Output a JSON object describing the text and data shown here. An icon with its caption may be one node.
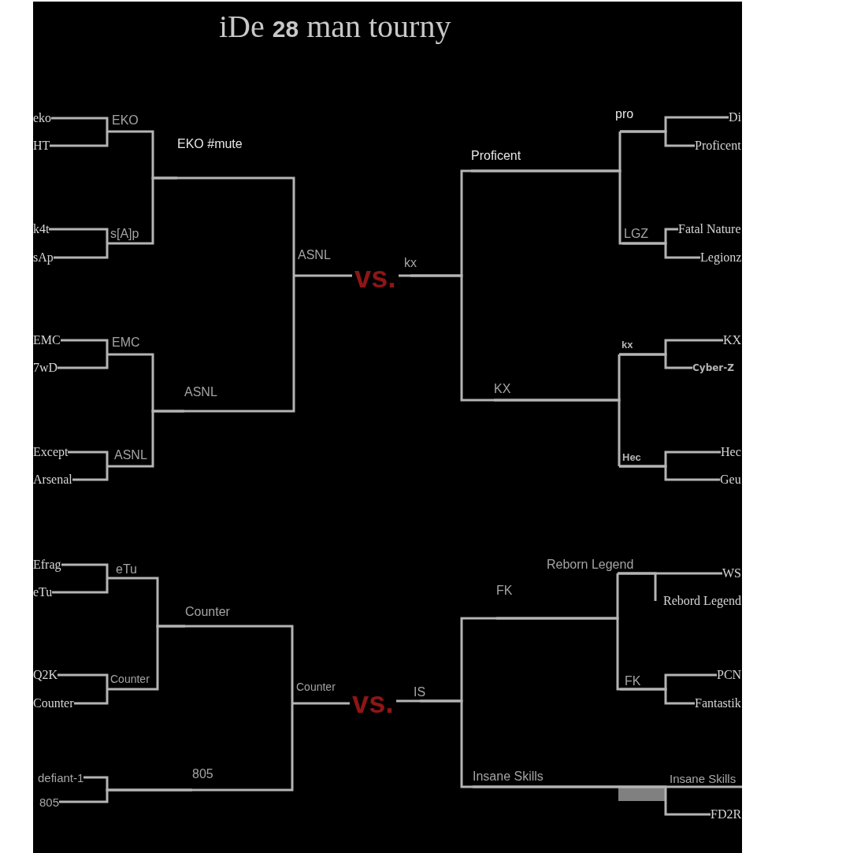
{
  "diagram": {
    "title": "iDe **28** man tourny",
    "nodes": [
      {
        "text": [
          "eko"
        ]
      },
      {
        "text": [
          "HT"
        ]
      },
      {
        "text": [
          "k4t"
        ]
      },
      {
        "text": [
          "sAp"
        ]
      },
      {
        "text": [
          "EMC"
        ]
      },
      {
        "text": [
          "7wD"
        ]
      },
      {
        "text": [
          "Except"
        ]
      },
      {
        "text": [
          "Arsenal"
        ]
      },
      {
        "text": [
          "EKO"
        ]
      },
      {
        "text": [
          "s[A]p"
        ]
      },
      {
        "text": [
          "EMC"
        ]
      },
      {
        "text": [
          "ASNL"
        ]
      },
      {
        "text": [
          "EKO #mute"
        ]
      },
      {
        "text": [
          "ASNL"
        ]
      },
      {
        "text": [
          "ASNL"
        ]
      },
      {
        "text": [
          "vs."
        ]
      },
      {
        "text": [
          "kx"
        ]
      },
      {
        "text": [
          "Proficent"
        ]
      },
      {
        "text": [
          "KX"
        ]
      },
      {
        "text": [
          "pro"
        ]
      },
      {
        "text": [
          "LGZ"
        ]
      },
      {
        "text": [
          "kx"
        ]
      },
      {
        "text": [
          "Hec"
        ]
      },
      {
        "text": [
          "Di"
        ]
      },
      {
        "text": [
          "Proficent"
        ]
      },
      {
        "text": [
          "Fatal Nature"
        ]
      },
      {
        "text": [
          "Legionz"
        ]
      },
      {
        "text": [
          "KX"
        ]
      },
      {
        "text": [
          "Cyber-Z"
        ]
      },
      {
        "text": [
          "Hec"
        ]
      },
      {
        "text": [
          "Geu"
        ]
      },
      {
        "text": [
          "Efrag"
        ]
      },
      {
        "text": [
          "eTu"
        ]
      },
      {
        "text": [
          "Q2K"
        ]
      },
      {
        "text": [
          "Counter"
        ]
      },
      {
        "text": [
          "defiant-1"
        ]
      },
      {
        "text": [
          "805"
        ]
      },
      {
        "text": [
          "eTu"
        ]
      },
      {
        "text": [
          "Counter"
        ]
      },
      {
        "text": [
          "805"
        ]
      },
      {
        "text": [
          "Counter"
        ]
      },
      {
        "text": [
          "Counter"
        ]
      },
      {
        "text": [
          "vs."
        ]
      },
      {
        "text": [
          "IS"
        ]
      },
      {
        "text": [
          "FK"
        ]
      },
      {
        "text": [
          "Insane Skills"
        ]
      },
      {
        "text": [
          "Reborn Legend"
        ]
      },
      {
        "text": [
          "FK"
        ]
      },
      {
        "text": [
          "WS"
        ]
      },
      {
        "text": [
          "Rebord Legend"
        ]
      },
      {
        "text": [
          "PCN"
        ]
      },
      {
        "text": [
          "Fantastik"
        ]
      },
      {
        "text": [
          "Insane Skills"
        ]
      },
      {
        "text": [
          "FD2R"
        ]
      }
    ],
    "edges": [
      {
        "from": 0,
        "to": 8,
        "arrow": "none"
      },
      {
        "from": 1,
        "to": 8,
        "arrow": "none"
      },
      {
        "from": 2,
        "to": 9,
        "arrow": "none"
      },
      {
        "from": 3,
        "to": 9,
        "arrow": "none"
      },
      {
        "from": 4,
        "to": 10,
        "arrow": "none"
      },
      {
        "from": 5,
        "to": 10,
        "arrow": "none"
      },
      {
        "from": 6,
        "to": 11,
        "arrow": "none"
      },
      {
        "from": 7,
        "to": 11,
        "arrow": "none"
      },
      {
        "from": 8,
        "to": 12,
        "arrow": "none"
      },
      {
        "from": 9,
        "to": 12,
        "arrow": "none"
      },
      {
        "from": 10,
        "to": 13,
        "arrow": "none"
      },
      {
        "from": 11,
        "to": 13,
        "arrow": "none"
      },
      {
        "from": 12,
        "to": 14,
        "arrow": "none"
      },
      {
        "from": 13,
        "to": 14,
        "arrow": "none"
      },
      {
        "from": 14,
        "to": 15,
        "arrow": "none"
      },
      {
        "from": 16,
        "to": 15,
        "arrow": "none"
      },
      {
        "from": 17,
        "to": 16,
        "arrow": "none"
      },
      {
        "from": 18,
        "to": 16,
        "arrow": "none"
      },
      {
        "from": 19,
        "to": 17,
        "arrow": "none"
      },
      {
        "from": 20,
        "to": 17,
        "arrow": "none"
      },
      {
        "from": 21,
        "to": 18,
        "arrow": "none"
      },
      {
        "from": 22,
        "to": 18,
        "arrow": "none"
      },
      {
        "from": 23,
        "to": 19,
        "arrow": "none"
      },
      {
        "from": 24,
        "to": 19,
        "arrow": "none"
      },
      {
        "from": 25,
        "to": 20,
        "arrow": "none"
      },
      {
        "from": 26,
        "to": 20,
        "arrow": "none"
      },
      {
        "from": 27,
        "to": 21,
        "arrow": "none"
      },
      {
        "from": 28,
        "to": 21,
        "arrow": "none"
      },
      {
        "from": 29,
        "to": 22,
        "arrow": "none"
      },
      {
        "from": 30,
        "to": 22,
        "arrow": "none"
      },
      {
        "from": 31,
        "to": 37,
        "arrow": "none"
      },
      {
        "from": 32,
        "to": 37,
        "arrow": "none"
      },
      {
        "from": 33,
        "to": 38,
        "arrow": "none"
      },
      {
        "from": 34,
        "to": 38,
        "arrow": "none"
      },
      {
        "from": 35,
        "to": 39,
        "arrow": "none"
      },
      {
        "from": 36,
        "to": 39,
        "arrow": "none"
      },
      {
        "from": 37,
        "to": 40,
        "arrow": "none"
      },
      {
        "from": 38,
        "to": 40,
        "arrow": "none"
      },
      {
        "from": 40,
        "to": 41,
        "arrow": "none"
      },
      {
        "from": 39,
        "to": 41,
        "arrow": "none"
      },
      {
        "from": 41,
        "to": 42,
        "arrow": "none"
      },
      {
        "from": 43,
        "to": 42,
        "arrow": "none"
      },
      {
        "from": 44,
        "to": 43,
        "arrow": "none"
      },
      {
        "from": 45,
        "to": 43,
        "arrow": "none"
      },
      {
        "from": 46,
        "to": 44,
        "arrow": "none"
      },
      {
        "from": 47,
        "to": 44,
        "arrow": "none"
      },
      {
        "from": 48,
        "to": 46,
        "arrow": "none"
      },
      {
        "from": 49,
        "to": 46,
        "arrow": "none"
      },
      {
        "from": 50,
        "to": 47,
        "arrow": "none"
      },
      {
        "from": 51,
        "to": 47,
        "arrow": "none"
      },
      {
        "from": 52,
        "to": 45,
        "arrow": "none"
      },
      {
        "from": 53,
        "to": 45,
        "arrow": "none"
      }
    ]
  }
}
